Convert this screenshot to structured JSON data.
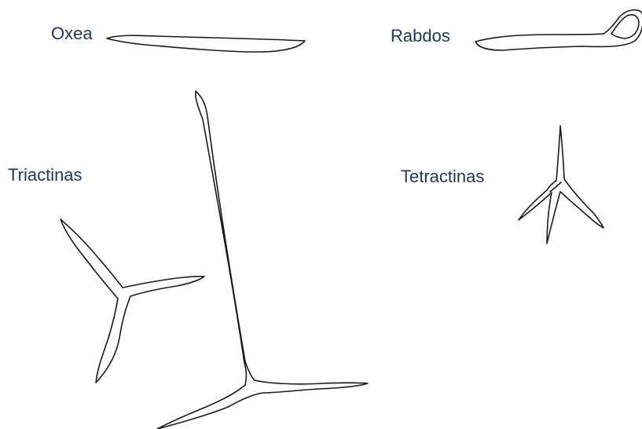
{
  "labels": {
    "oxea": "Oxea",
    "rabdos": "Rabdos",
    "triactinas": "Triactinas",
    "tetractinas": "Tetractinas"
  },
  "colors": {
    "label_text": "#1f3864",
    "outline": "#1a1a1a",
    "background": "#ffffff"
  }
}
